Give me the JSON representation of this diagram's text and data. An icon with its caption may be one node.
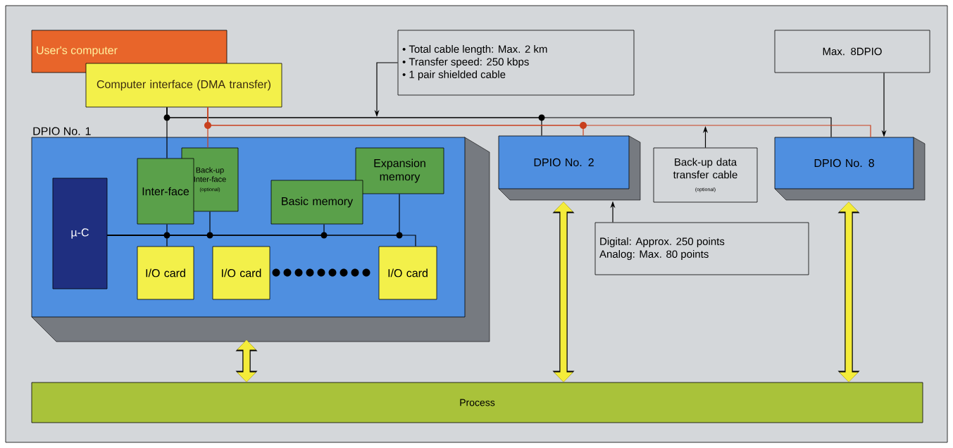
{
  "diagram": {
    "nodes": [
      {
        "text": [
          "User's computer"
        ]
      },
      {
        "text": [
          "Computer interface (DMA transfer)"
        ]
      },
      {
        "text": [
          "DPIO No. 1"
        ]
      },
      {
        "text": [
          "µ-C"
        ],
        "in": 2
      },
      {
        "text": [
          "Inter-face"
        ],
        "in": 2
      },
      {
        "text": [
          "Back-up Inter-face",
          "(optional)"
        ],
        "in": 2
      },
      {
        "text": [
          "Basic memory"
        ],
        "in": 2
      },
      {
        "text": [
          "Expansion memory"
        ],
        "in": 2
      },
      {
        "text": [
          "I/O card"
        ],
        "in": 2
      },
      {
        "text": [
          "I/O card"
        ],
        "in": 2
      },
      {
        "text": [
          "I/O card"
        ],
        "in": 2
      },
      {
        "text": [
          "• Total cable length: Max. 2 km",
          "• Transfer speed: 250 kbps",
          "• 1 pair shielded cable"
        ]
      },
      {
        "text": [
          "Max. 8DPIO"
        ]
      },
      {
        "text": [
          "DPIO No. 2"
        ]
      },
      {
        "text": [
          "Back-up data transfer cable",
          "(optional)"
        ]
      },
      {
        "text": [
          "DPIO No. 8"
        ]
      },
      {
        "text": [
          "Digital: Approx. 250 points",
          "Analog: Max. 80 points"
        ]
      },
      {
        "text": [
          "Process"
        ]
      }
    ],
    "edges": [
      {
        "from": 1,
        "to": 4,
        "arrow": "none"
      },
      {
        "from": 1,
        "to": 13,
        "arrow": "none"
      },
      {
        "from": 1,
        "to": 15,
        "arrow": "none"
      },
      {
        "from": 1,
        "to": 5,
        "arrow": "none",
        "color": "#c8401e"
      },
      {
        "from": 1,
        "to": 13,
        "arrow": "none",
        "color": "#c8401e"
      },
      {
        "from": 1,
        "to": 15,
        "arrow": "none",
        "color": "#c8401e"
      },
      {
        "from": 11,
        "to": null,
        "arrow": "to"
      },
      {
        "from": 12,
        "to": 15,
        "arrow": "to"
      },
      {
        "from": 14,
        "to": null,
        "arrow": "to"
      },
      {
        "from": 16,
        "to": 13,
        "arrow": "to"
      },
      {
        "from": 3,
        "to": 4,
        "arrow": "none"
      },
      {
        "from": 3,
        "to": 5,
        "arrow": "none"
      },
      {
        "from": 3,
        "to": 6,
        "arrow": "none"
      },
      {
        "from": 3,
        "to": 7,
        "arrow": "none"
      },
      {
        "from": 3,
        "to": 8,
        "arrow": "none"
      },
      {
        "from": 3,
        "to": 10,
        "arrow": "none"
      },
      {
        "from": 2,
        "to": 17,
        "arrow": "both",
        "style": "thick",
        "color": "#f4ec3a"
      },
      {
        "from": 13,
        "to": 17,
        "arrow": "both",
        "style": "thick",
        "color": "#f4ec3a"
      },
      {
        "from": 15,
        "to": 17,
        "arrow": "both",
        "style": "thick",
        "color": "#f4ec3a"
      }
    ]
  }
}
